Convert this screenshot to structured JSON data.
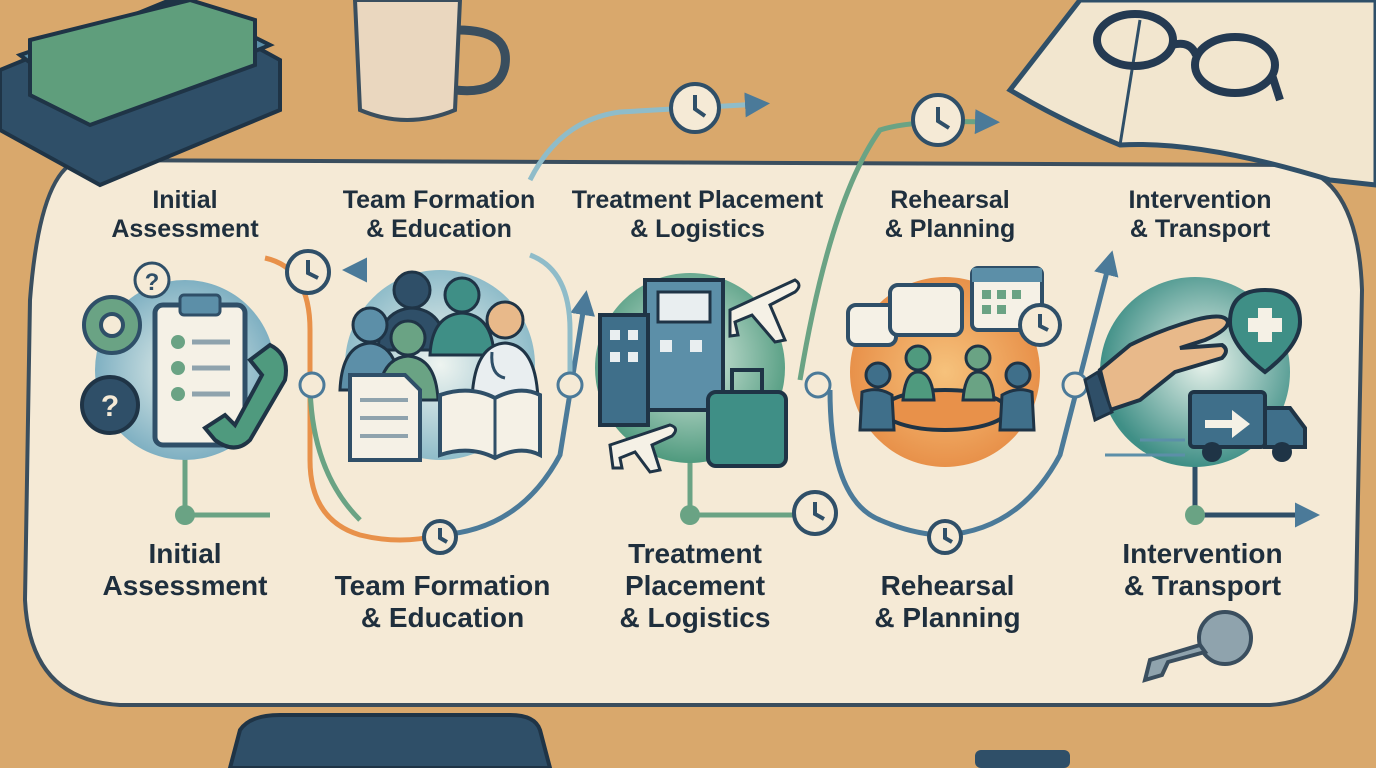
{
  "steps": [
    {
      "id": "assessment",
      "top_label": [
        "Initial",
        "Assessment"
      ],
      "bottom_label": [
        "Initial",
        "Assessment"
      ],
      "icons": [
        "gear-icon",
        "question-icon",
        "clipboard-checklist-icon",
        "phone-icon"
      ]
    },
    {
      "id": "team",
      "top_label": [
        "Team Formation",
        "& Education"
      ],
      "bottom_label": [
        "Team Formation",
        "& Education"
      ],
      "icons": [
        "people-group-icon",
        "doctor-icon",
        "document-icon",
        "open-book-icon"
      ]
    },
    {
      "id": "placement",
      "top_label": [
        "Treatment Placement",
        "& Logistics"
      ],
      "bottom_label": [
        "Treatment",
        "Placement",
        "& Logistics"
      ],
      "icons": [
        "hospital-building-icon",
        "airplane-icon",
        "suitcase-icon"
      ]
    },
    {
      "id": "rehearsal",
      "top_label": [
        "Rehearsal",
        "& Planning"
      ],
      "bottom_label": [
        "Rehearsal",
        "& Planning"
      ],
      "icons": [
        "speech-bubble-icon",
        "calendar-icon",
        "clock-icon",
        "meeting-table-icon"
      ]
    },
    {
      "id": "intervention",
      "top_label": [
        "Intervention",
        "& Transport"
      ],
      "bottom_label": [
        "Intervention",
        "& Transport"
      ],
      "icons": [
        "helping-hand-icon",
        "medical-location-pin-icon",
        "transport-van-icon"
      ]
    }
  ],
  "decor": [
    "book-stack-icon",
    "coffee-mug-icon",
    "open-book-icon",
    "eyeglasses-icon",
    "key-icon",
    "chair-icon"
  ],
  "colors": {
    "desk": "#d9a86c",
    "paper": "#f5ead6",
    "navy": "#2f4f68",
    "teal": "#3f8f86",
    "green": "#6aa384",
    "orange": "#e8914a",
    "text": "#1f2f3d"
  }
}
